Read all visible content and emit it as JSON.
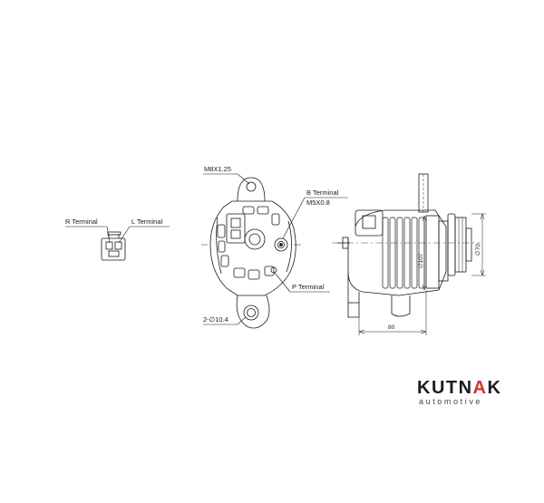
{
  "labels": {
    "r_terminal": "R Terminal",
    "l_terminal": "L Terminal",
    "thread_top": "M8X1.25",
    "b_terminal": "B Terminal",
    "b_thread": "M5X0.8",
    "p_terminal": "P Terminal",
    "mount_hole": "2-∅10.4",
    "dim_107": "∅107",
    "dim_70": "∅70",
    "dim_80": "80"
  },
  "brand": {
    "name": "KUTNAK",
    "sub": "automotive",
    "accent": "#d4312c"
  }
}
